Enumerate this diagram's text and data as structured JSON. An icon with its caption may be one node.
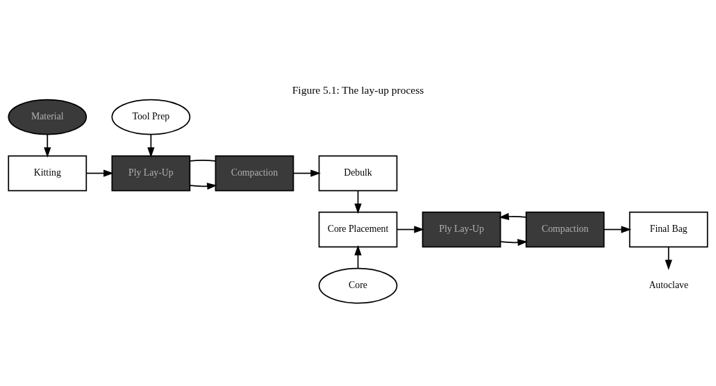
{
  "diagram": {
    "title": "Figure 5.1: The lay-up process",
    "nodes": [
      {
        "text": [
          "Material"
        ]
      },
      {
        "text": [
          "Tool Prep"
        ]
      },
      {
        "text": [
          "Kitting"
        ]
      },
      {
        "text": [
          "Ply Lay-Up"
        ]
      },
      {
        "text": [
          "Compaction"
        ]
      },
      {
        "text": [
          "Debulk"
        ]
      },
      {
        "text": [
          "Final Bag"
        ]
      },
      {
        "text": [
          "Compaction"
        ]
      },
      {
        "text": [
          "Ply Lay-Up"
        ]
      },
      {
        "text": [
          "Core Placement"
        ]
      },
      {
        "text": [
          "Autoclave"
        ]
      },
      {
        "text": [
          "Core"
        ]
      }
    ],
    "edges": [
      {
        "from": 0,
        "to": 2,
        "arrow": "to"
      },
      {
        "from": 1,
        "to": 3,
        "arrow": "to"
      },
      {
        "from": 2,
        "to": 3,
        "arrow": "to"
      },
      {
        "from": 3,
        "to": 4,
        "arrow": "to"
      },
      {
        "from": 3,
        "to": 4,
        "arrow": "none"
      },
      {
        "from": 4,
        "to": 5,
        "arrow": "to"
      },
      {
        "from": 5,
        "to": 9,
        "arrow": "to"
      },
      {
        "from": 9,
        "to": 8,
        "arrow": "to"
      },
      {
        "from": 8,
        "to": 7,
        "arrow": "to"
      },
      {
        "from": 7,
        "to": 8,
        "arrow": "to"
      },
      {
        "from": 7,
        "to": 6,
        "arrow": "to"
      },
      {
        "from": 6,
        "to": 10,
        "arrow": "to"
      },
      {
        "from": 11,
        "to": 9,
        "arrow": "to"
      }
    ]
  }
}
